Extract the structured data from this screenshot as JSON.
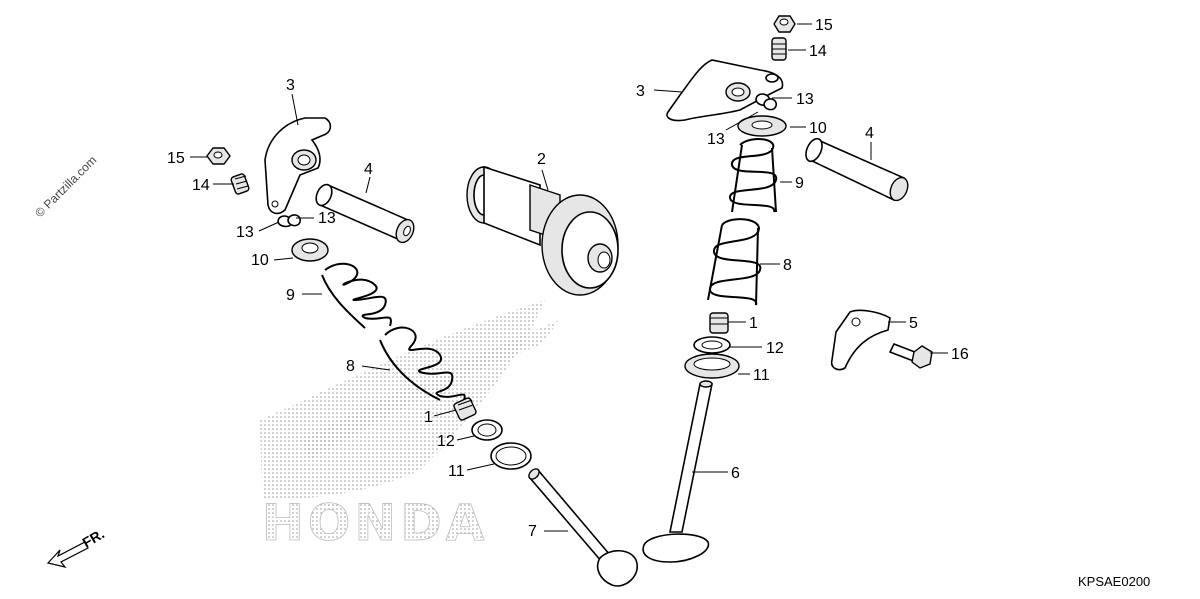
{
  "watermark": "© Partzilla.com",
  "brand": "HONDA",
  "direction": "FR.",
  "diagram_code": "KPSAE0200",
  "callouts": {
    "c1a": "1",
    "c1b": "1",
    "c2": "2",
    "c3a": "3",
    "c3b": "3",
    "c4a": "4",
    "c4b": "4",
    "c5": "5",
    "c6": "6",
    "c7": "7",
    "c8a": "8",
    "c8b": "8",
    "c9a": "9",
    "c9b": "9",
    "c10a": "10",
    "c10b": "10",
    "c11a": "11",
    "c11b": "11",
    "c12a": "12",
    "c12b": "12",
    "c13a": "13",
    "c13b": "13",
    "c13c": "13",
    "c13d": "13",
    "c14a": "14",
    "c14b": "14",
    "c15a": "15",
    "c15b": "15",
    "c16": "16"
  }
}
